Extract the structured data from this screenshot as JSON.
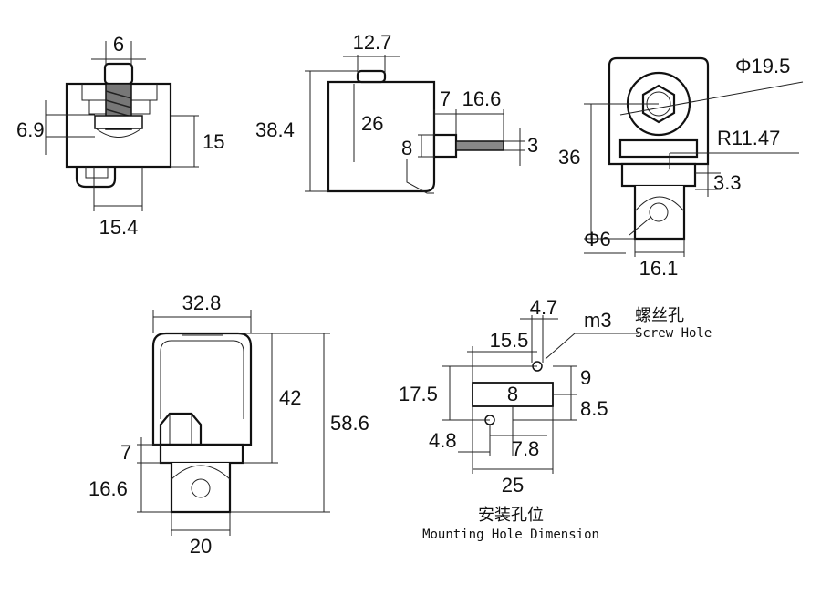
{
  "views": {
    "front": {
      "top_width": "6",
      "height_left": "6.9",
      "height_right": "15",
      "bottom_width": "15.4"
    },
    "side": {
      "top_width": "12.7",
      "overall_height": "38.4",
      "body_height": "26",
      "offset": "7",
      "pin_length": "16.6",
      "pin_thick": "8",
      "pin_dia": "3"
    },
    "rear": {
      "nut_dia": "Φ19.5",
      "radius": "R11.47",
      "height": "36",
      "gap": "3.3",
      "hole_dia": "Φ6",
      "tab_width": "16.1"
    },
    "bottom": {
      "width": "32.8",
      "body_height": "42",
      "overall_height": "58.6",
      "step": "7",
      "tab_height": "16.6",
      "tab_width": "20"
    }
  },
  "mounting": {
    "screw_hole_cn": "螺丝孔",
    "screw_hole_en": "Screw Hole",
    "thread": "m3",
    "d_4_7": "4.7",
    "d_15_5": "15.5",
    "d_17_5": "17.5",
    "d_9": "9",
    "d_8_5": "8.5",
    "slot_height": "8",
    "d_4_8": "4.8",
    "d_7_8": "7.8",
    "d_25": "25",
    "title_cn": "安装孔位",
    "title_en": "Mounting Hole Dimension"
  },
  "colors": {
    "line": "#111111",
    "background": "#ffffff"
  }
}
